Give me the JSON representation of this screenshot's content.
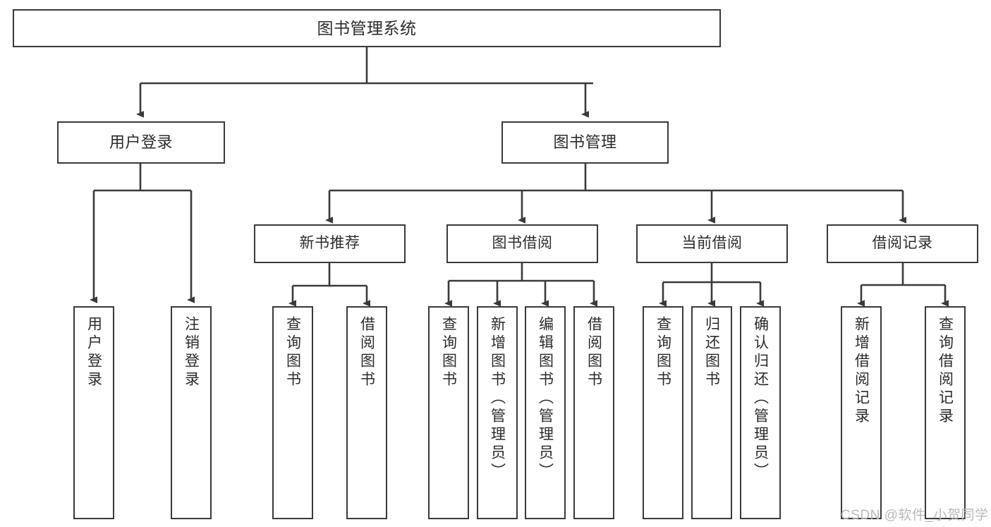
{
  "diagram": {
    "title": "图书管理系统",
    "type": "tree-hierarchy-chart",
    "root": {
      "id": "root",
      "label": "图书管理系统"
    },
    "level2": [
      {
        "id": "user-login",
        "label": "用户登录"
      },
      {
        "id": "book-management",
        "label": "图书管理"
      }
    ],
    "level3": [
      {
        "id": "new-book-recommend",
        "label": "新书推荐"
      },
      {
        "id": "book-borrow",
        "label": "图书借阅"
      },
      {
        "id": "current-borrow",
        "label": "当前借阅"
      },
      {
        "id": "borrow-record",
        "label": "借阅记录"
      }
    ],
    "leaves": [
      {
        "id": "leaf-user-login",
        "label": "用户登录",
        "parent": "user-login"
      },
      {
        "id": "leaf-logout-login",
        "label": "注销登录",
        "parent": "user-login"
      },
      {
        "id": "leaf-query-book-1",
        "label": "查询图书",
        "parent": "new-book-recommend"
      },
      {
        "id": "leaf-borrow-book-1",
        "label": "借阅图书",
        "parent": "new-book-recommend"
      },
      {
        "id": "leaf-query-book-2",
        "label": "查询图书",
        "parent": "book-borrow"
      },
      {
        "id": "leaf-add-book",
        "label": "新增图书（管理员）",
        "parent": "book-borrow"
      },
      {
        "id": "leaf-edit-book",
        "label": "编辑图书（管理员）",
        "parent": "book-borrow"
      },
      {
        "id": "leaf-borrow-book-2",
        "label": "借阅图书",
        "parent": "book-borrow"
      },
      {
        "id": "leaf-query-book-3",
        "label": "查询图书",
        "parent": "current-borrow"
      },
      {
        "id": "leaf-return-book",
        "label": "归还图书",
        "parent": "current-borrow"
      },
      {
        "id": "leaf-confirm-return",
        "label": "确认归还（管理员）",
        "parent": "current-borrow"
      },
      {
        "id": "leaf-add-record",
        "label": "新增借阅记录",
        "parent": "borrow-record"
      },
      {
        "id": "leaf-query-record",
        "label": "查询借阅记录",
        "parent": "borrow-record"
      }
    ],
    "watermark": "CSDN @软件_小贺同学",
    "colors": {
      "box_border": "#3a3a3a",
      "line": "#3a3a3a",
      "text": "#2b2b2b",
      "background": "#ffffff",
      "watermark": "#b9b9b9"
    }
  }
}
